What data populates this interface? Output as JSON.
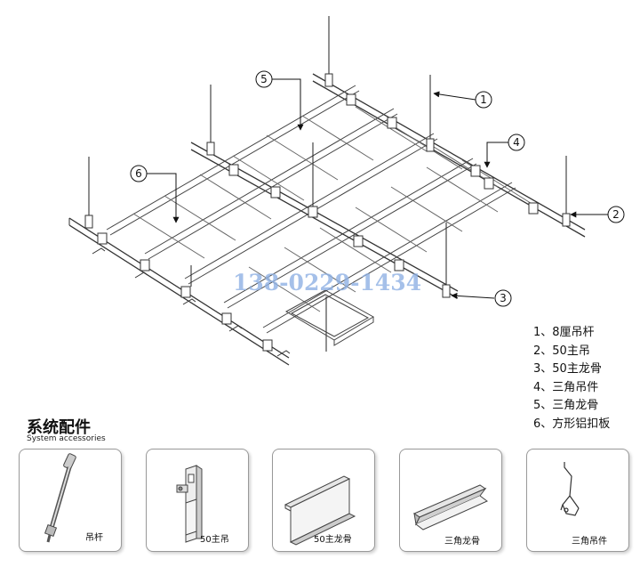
{
  "callouts": [
    {
      "num": "①",
      "name": "callout-1"
    },
    {
      "num": "②",
      "name": "callout-2"
    },
    {
      "num": "③",
      "name": "callout-3"
    },
    {
      "num": "④",
      "name": "callout-4"
    },
    {
      "num": "⑤",
      "name": "callout-5"
    },
    {
      "num": "⑥",
      "name": "callout-6"
    }
  ],
  "legend": [
    "1、8厘吊杆",
    "2、50主吊",
    "3、50主龙骨",
    "4、三角吊件",
    "5、三角龙骨",
    "6、方形铝扣板"
  ],
  "watermark": "138-0229-1434",
  "accessories": {
    "title": "系统配件",
    "subtitle": "System accessories",
    "items": [
      {
        "label": "吊杆",
        "icon": "hanger-rod-icon"
      },
      {
        "label": "50主吊",
        "icon": "main-hanger-icon"
      },
      {
        "label": "50主龙骨",
        "icon": "main-keel-icon"
      },
      {
        "label": "三角龙骨",
        "icon": "triangle-keel-icon"
      },
      {
        "label": "三角吊件",
        "icon": "triangle-hanger-icon"
      }
    ]
  }
}
